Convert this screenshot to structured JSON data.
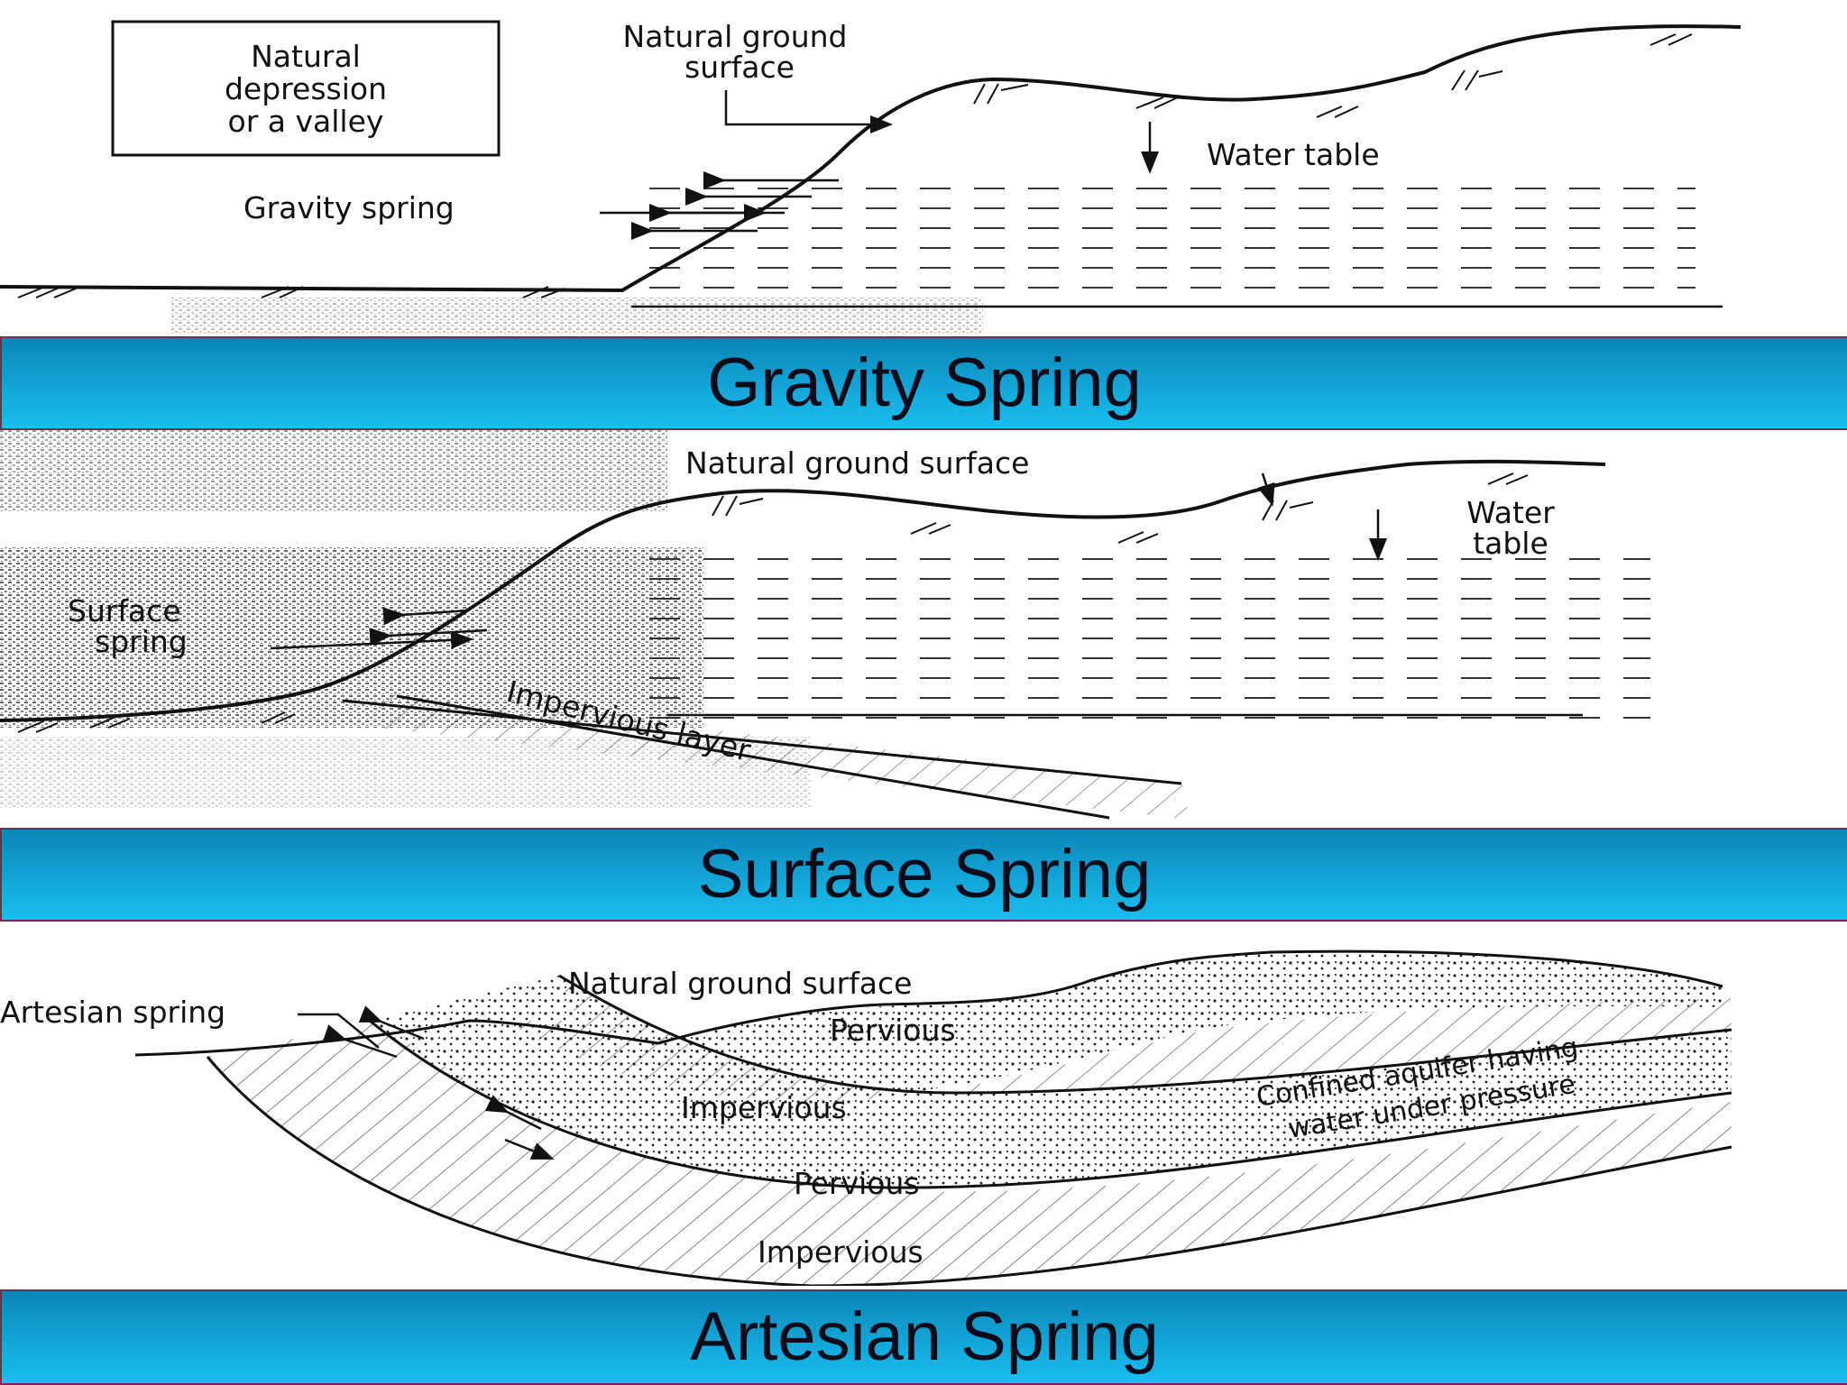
{
  "gravity": {
    "box_line1": "Natural",
    "box_line2": "depression",
    "box_line3": "or a valley",
    "ground_line1": "Natural ground",
    "ground_line2": "surface",
    "water_table": "Water table",
    "spring": "Gravity spring",
    "title": "Gravity Spring"
  },
  "surface": {
    "ground": "Natural ground surface",
    "water_line1": "Water",
    "water_line2": "table",
    "spring_line1": "Surface",
    "spring_line2": "spring",
    "impervious": "Impervious layer",
    "title": "Surface Spring"
  },
  "artesian": {
    "spring": "Artesian spring",
    "ground": "Natural ground surface",
    "pervious_top": "Pervious",
    "impervious_mid": "Impervious",
    "aquifer_line1": "Confined aquifer having",
    "aquifer_line2": "water under pressure",
    "pervious_low": "Pervious",
    "impervious_low": "Impervious",
    "title": "Artesian Spring"
  },
  "colors": {
    "banner_top": "#0b86b8",
    "banner_bottom": "#19bfef",
    "banner_border": "#7a2a4a",
    "banner_text": "#0b0b1a"
  }
}
